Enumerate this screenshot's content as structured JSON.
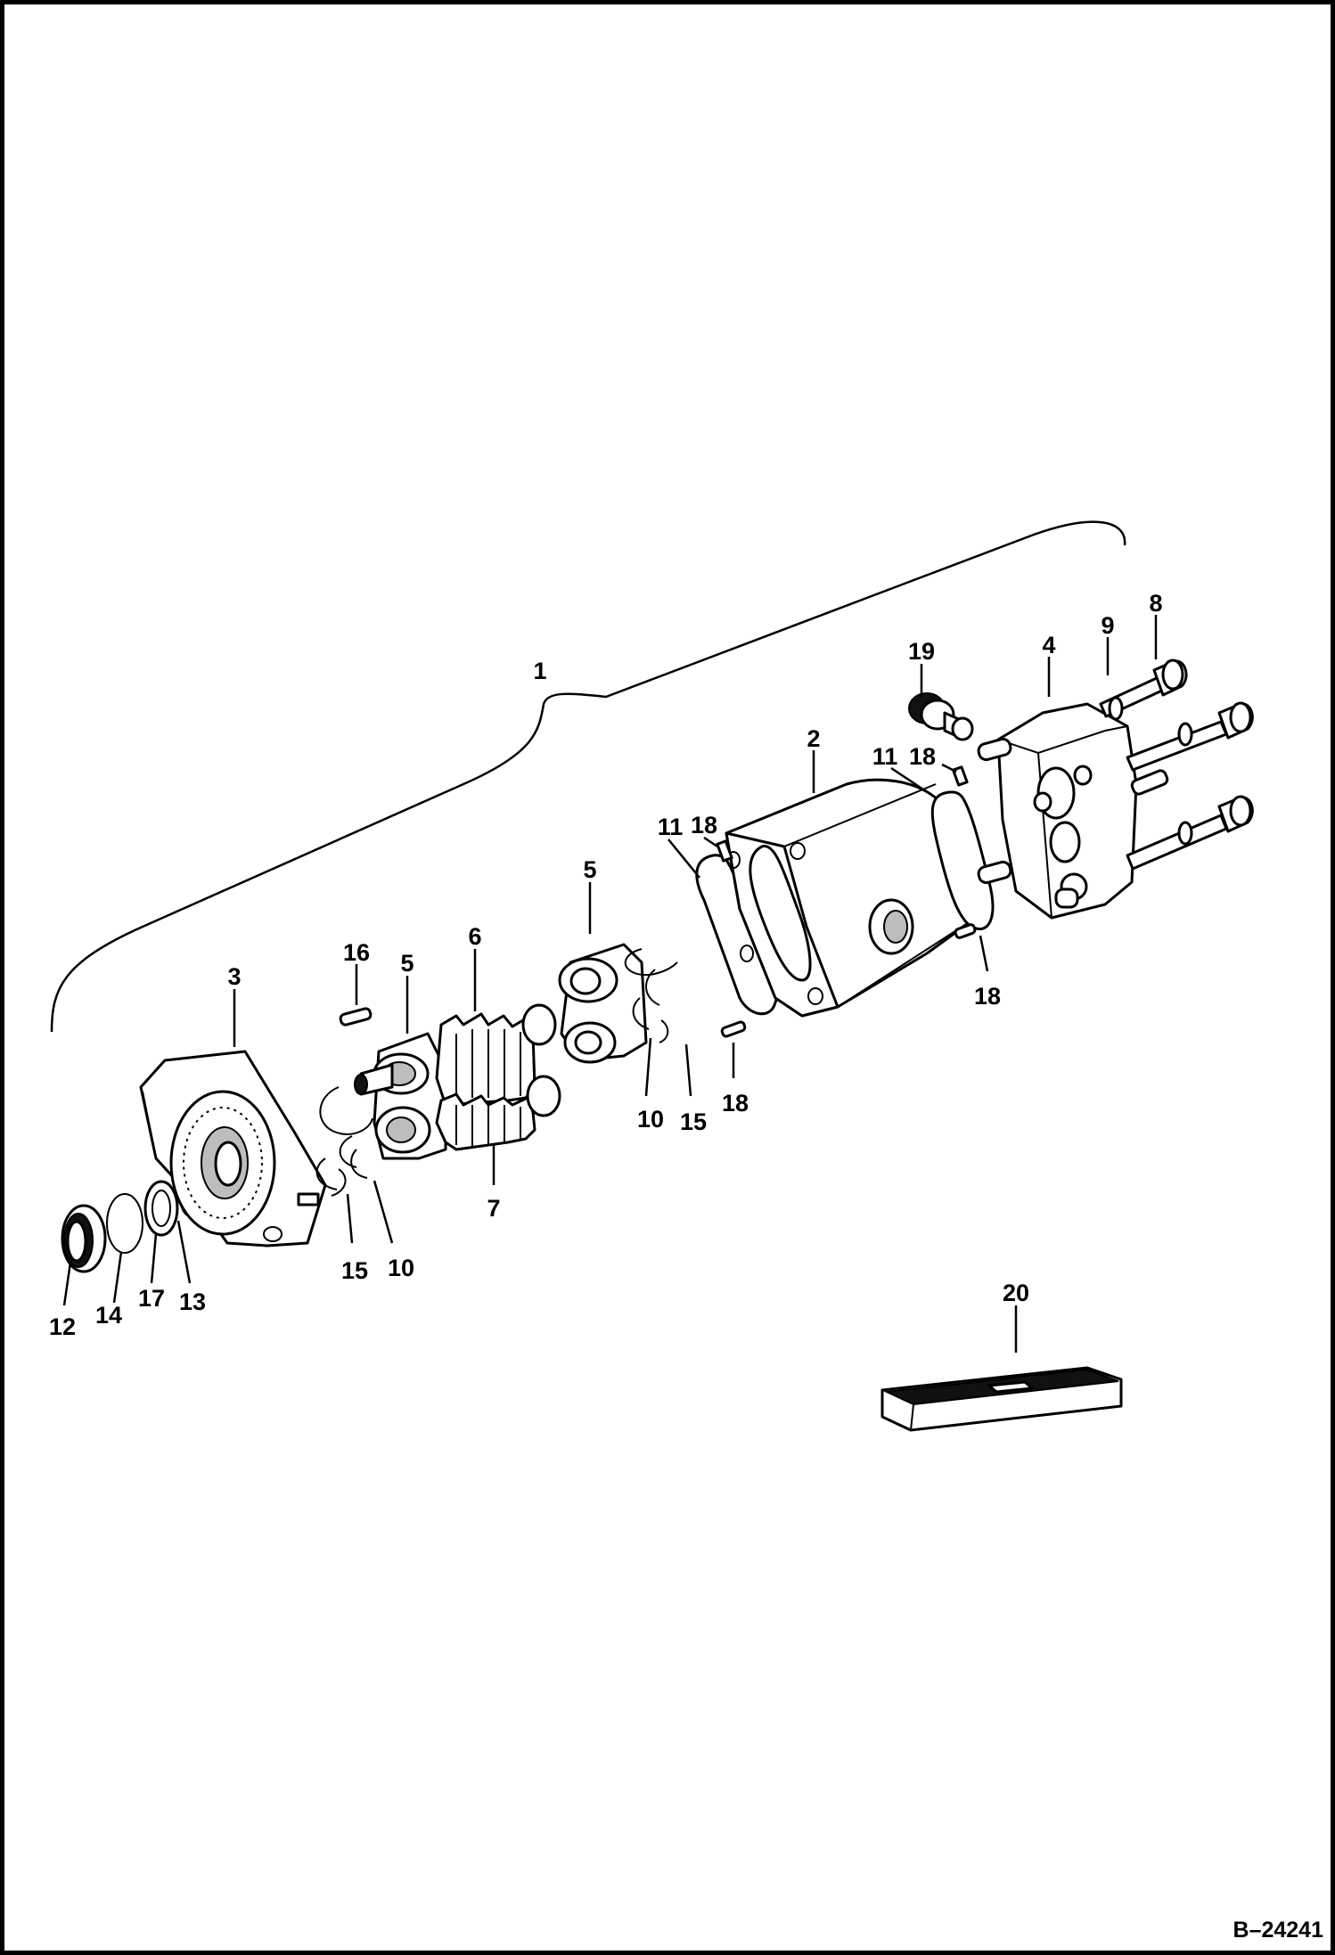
{
  "diagram": {
    "doc_number": "B–24241",
    "callouts": {
      "c1": "1",
      "c2": "2",
      "c3": "3",
      "c4": "4",
      "c5a": "5",
      "c5b": "5",
      "c6": "6",
      "c7": "7",
      "c8": "8",
      "c9": "9",
      "c10a": "10",
      "c10b": "10",
      "c11a": "11",
      "c11b": "11",
      "c12": "12",
      "c13": "13",
      "c14": "14",
      "c15a": "15",
      "c15b": "15",
      "c16": "16",
      "c17": "17",
      "c18a": "18",
      "c18b": "18",
      "c18c": "18",
      "c18d": "18",
      "c19": "19",
      "c20": "20"
    }
  }
}
